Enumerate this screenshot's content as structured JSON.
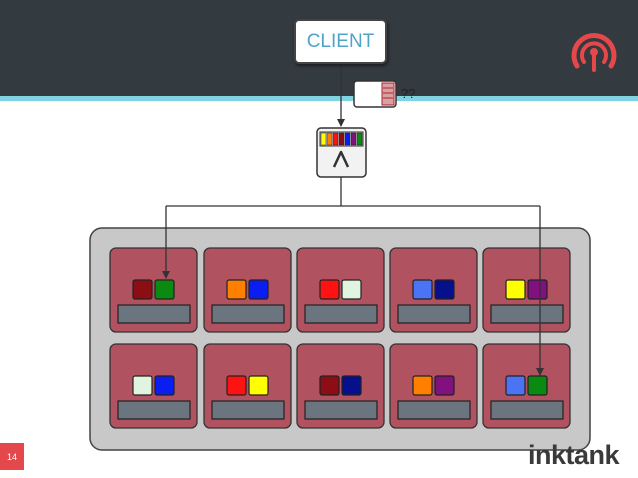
{
  "client": {
    "label": "CLIENT"
  },
  "object": {
    "label": "??"
  },
  "slide": {
    "number": "14"
  },
  "brand": {
    "name": "inktank"
  },
  "colors": {
    "header_bg": "#333a40",
    "accent": "#7fd3e2",
    "osd_fill": "#b05260",
    "cluster_fill": "#c8c8c8",
    "logo_red": "#e5484a"
  },
  "icons": {
    "logo": "ceph-logo-icon",
    "hash": "crush-hash-icon",
    "object": "object-icon"
  },
  "placement_groups": [
    {
      "colors": [
        "#8c0d13",
        "#0b8a12"
      ]
    },
    {
      "colors": [
        "#ff8000",
        "#0b1ef2"
      ]
    },
    {
      "colors": [
        "#ff1212",
        "#e0f4df"
      ]
    },
    {
      "colors": [
        "#4a74f4",
        "#07108c"
      ]
    },
    {
      "colors": [
        "#ffff00",
        "#80117f"
      ]
    },
    {
      "colors": [
        "#e0f4df",
        "#0b1ef2"
      ]
    },
    {
      "colors": [
        "#ff1212",
        "#ffff00"
      ]
    },
    {
      "colors": [
        "#8c0d13",
        "#07108c"
      ]
    },
    {
      "colors": [
        "#ff8000",
        "#80117f"
      ]
    },
    {
      "colors": [
        "#4a74f4",
        "#0b8a12"
      ]
    }
  ],
  "hash_stripes": [
    "#ffff00",
    "#ff8000",
    "#ff1212",
    "#8c0d13",
    "#0b1ef2",
    "#80117f",
    "#0b8a12"
  ]
}
